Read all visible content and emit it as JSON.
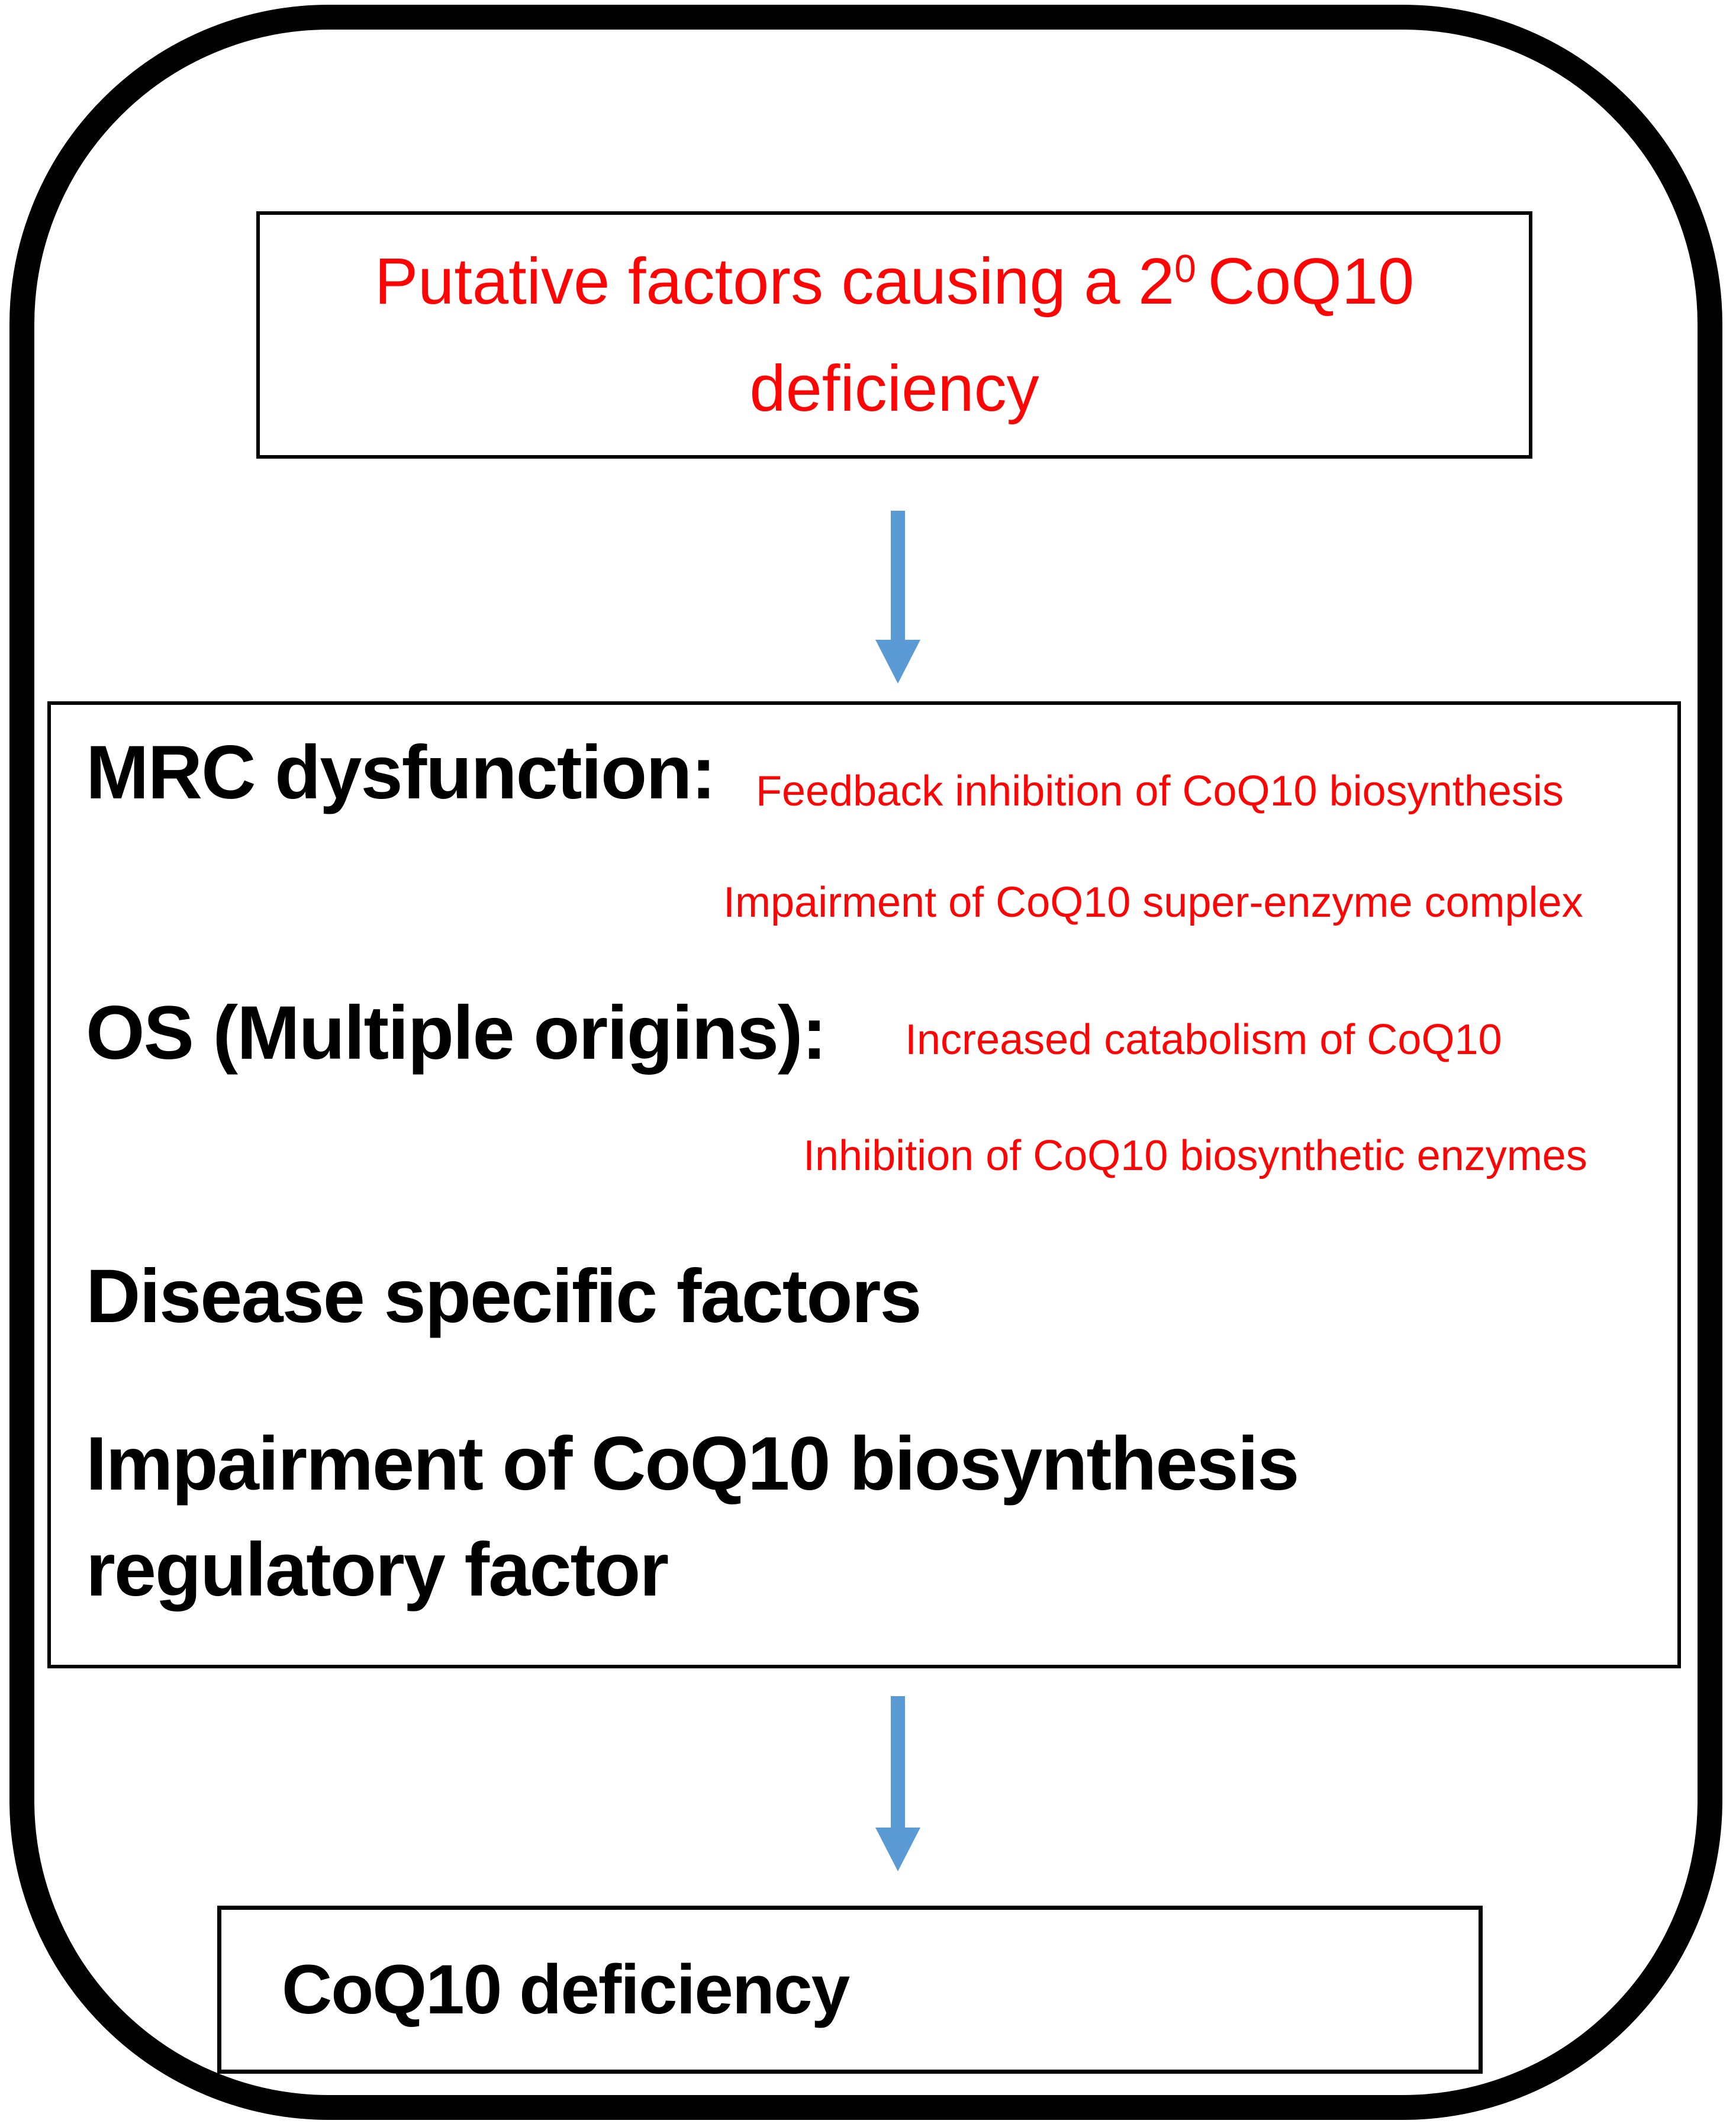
{
  "figure": {
    "type": "flow-diagram",
    "description_visible_only": "Three stacked boxes connected by two downward arrows inside a rounded rectangular frame"
  },
  "colors": {
    "red": "#fe0505",
    "text_black": "#000000",
    "arrow_blue": "#5b9bd5",
    "border_black": "#000000",
    "background": "#ffffff"
  },
  "top_box": {
    "line1_prefix": "Putative factors causing a 2",
    "line1_superscript": "0",
    "line1_suffix": "CoQ10",
    "line2": "deficiency"
  },
  "middle_box": {
    "heading_mrc": "MRC dysfunction:",
    "red_feedback": "Feedback inhibition of CoQ10 biosynthesis",
    "red_super_enzyme": "Impairment of CoQ10 super-enzyme complex",
    "heading_os": "OS (Multiple origins):",
    "red_catabolism": "Increased catabolism of CoQ10",
    "red_inhibition": "Inhibition of CoQ10 biosynthetic enzymes",
    "heading_disease": "Disease specific factors",
    "heading_impairment": "Impairment of CoQ10 biosynthesis",
    "heading_regulatory": "regulatory factor"
  },
  "bottom_box": {
    "label": "CoQ10 deficiency"
  },
  "arrows": [
    {
      "name": "flow-arrow-top",
      "direction": "down"
    },
    {
      "name": "flow-arrow-bottom",
      "direction": "down"
    }
  ]
}
